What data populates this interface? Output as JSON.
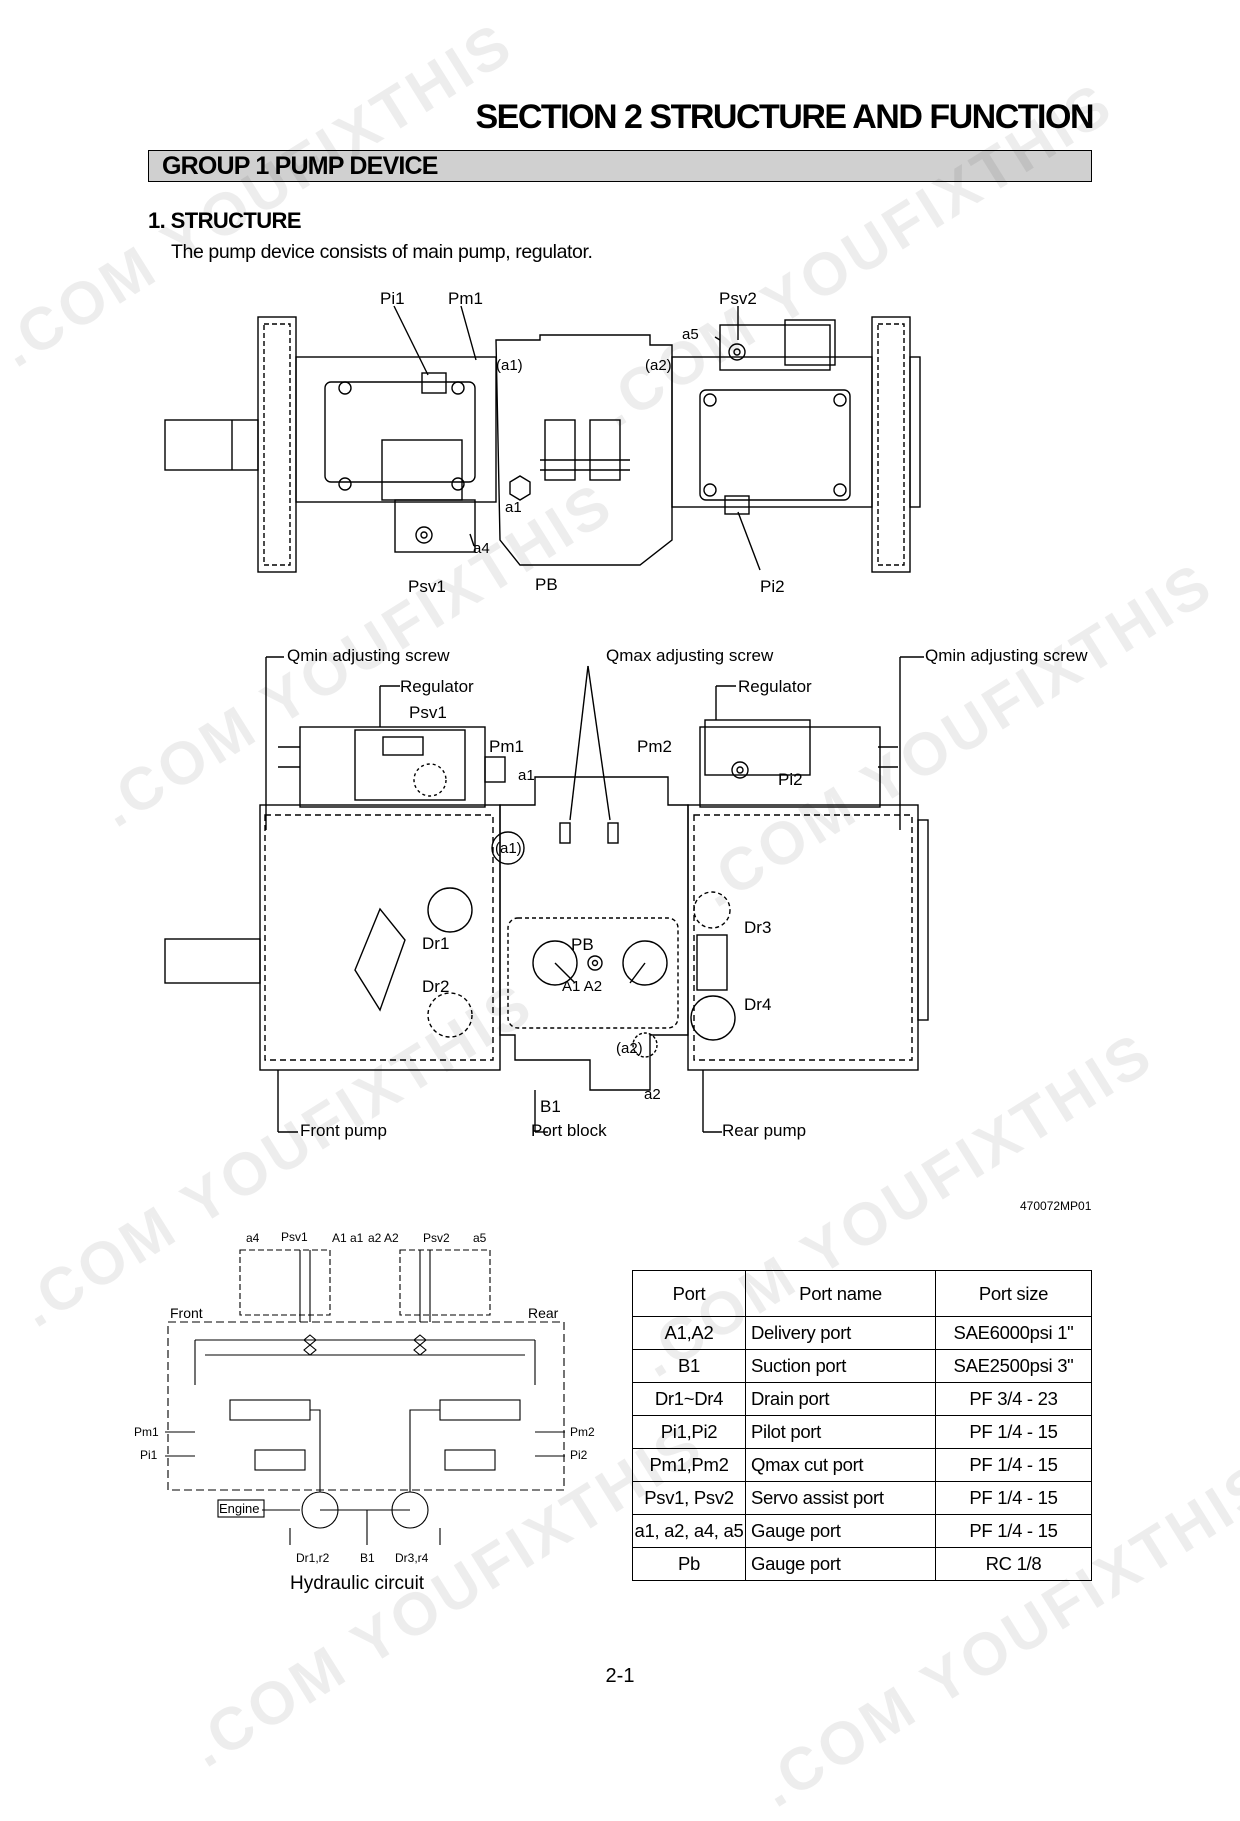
{
  "section_title": "SECTION  2  STRUCTURE AND FUNCTION",
  "group_title": "GROUP  1  PUMP DEVICE",
  "heading": "1. STRUCTURE",
  "intro": "The pump device consists of main pump, regulator.",
  "top_view_labels": {
    "pi1": "Pi1",
    "pm1": "Pm1",
    "psv2": "Psv2",
    "a5": "a5",
    "a1_paren": "(a1)",
    "a2_paren": "(a2)",
    "a1": "a1",
    "a4": "a4",
    "psv1": "Psv1",
    "pb": "PB",
    "pi2": "Pi2"
  },
  "front_view_labels": {
    "qmin_left": "Qmin adjusting screw",
    "qmax": "Qmax adjusting screw",
    "qmin_right": "Qmin adjusting screw",
    "regulator_left": "Regulator",
    "regulator_right": "Regulator",
    "psv1": "Psv1",
    "pm1": "Pm1",
    "pm2": "Pm2",
    "a1": "a1",
    "a1_paren": "(a1)",
    "pi2": "Pi2",
    "dr1": "Dr1",
    "dr2": "Dr2",
    "dr3": "Dr3",
    "dr4": "Dr4",
    "pb": "PB",
    "a1a2": "A1  A2",
    "a2_paren": "(a2)",
    "a2": "a2",
    "b1": "B1",
    "front_pump": "Front pump",
    "port_block": "Port block",
    "rear_pump": "Rear pump"
  },
  "drawing_code": "470072MP01",
  "circuit_labels": {
    "a4": "a4",
    "psv1": "Psv1",
    "a1a1": "A1 a1",
    "a2a2": "a2 A2",
    "psv2": "Psv2",
    "a5": "a5",
    "front": "Front",
    "rear": "Rear",
    "pm1": "Pm1",
    "pi1": "Pi1",
    "pm2": "Pm2",
    "pi2": "Pi2",
    "engine": "Engine",
    "dr1r2": "Dr1,r2",
    "b1": "B1",
    "dr3r4": "Dr3,r4"
  },
  "circuit_caption": "Hydraulic circuit",
  "port_table": {
    "headers": [
      "Port",
      "Port name",
      "Port size"
    ],
    "rows": [
      [
        "A1,A2",
        "Delivery port",
        "SAE6000psi 1\""
      ],
      [
        "B1",
        "Suction port",
        "SAE2500psi 3\""
      ],
      [
        "Dr1~Dr4",
        "Drain port",
        "PF 3/4 - 23"
      ],
      [
        "Pi1,Pi2",
        "Pilot port",
        "PF 1/4 - 15"
      ],
      [
        "Pm1,Pm2",
        "Qmax cut port",
        "PF 1/4 - 15"
      ],
      [
        "Psv1, Psv2",
        "Servo assist port",
        "PF 1/4 - 15"
      ],
      [
        "a1, a2, a4, a5",
        "Gauge port",
        "PF 1/4 - 15"
      ],
      [
        "Pb",
        "Gauge port",
        "RC 1/8"
      ]
    ]
  },
  "page_number": "2-1",
  "watermark": ".COM YOUFIXTHIS"
}
